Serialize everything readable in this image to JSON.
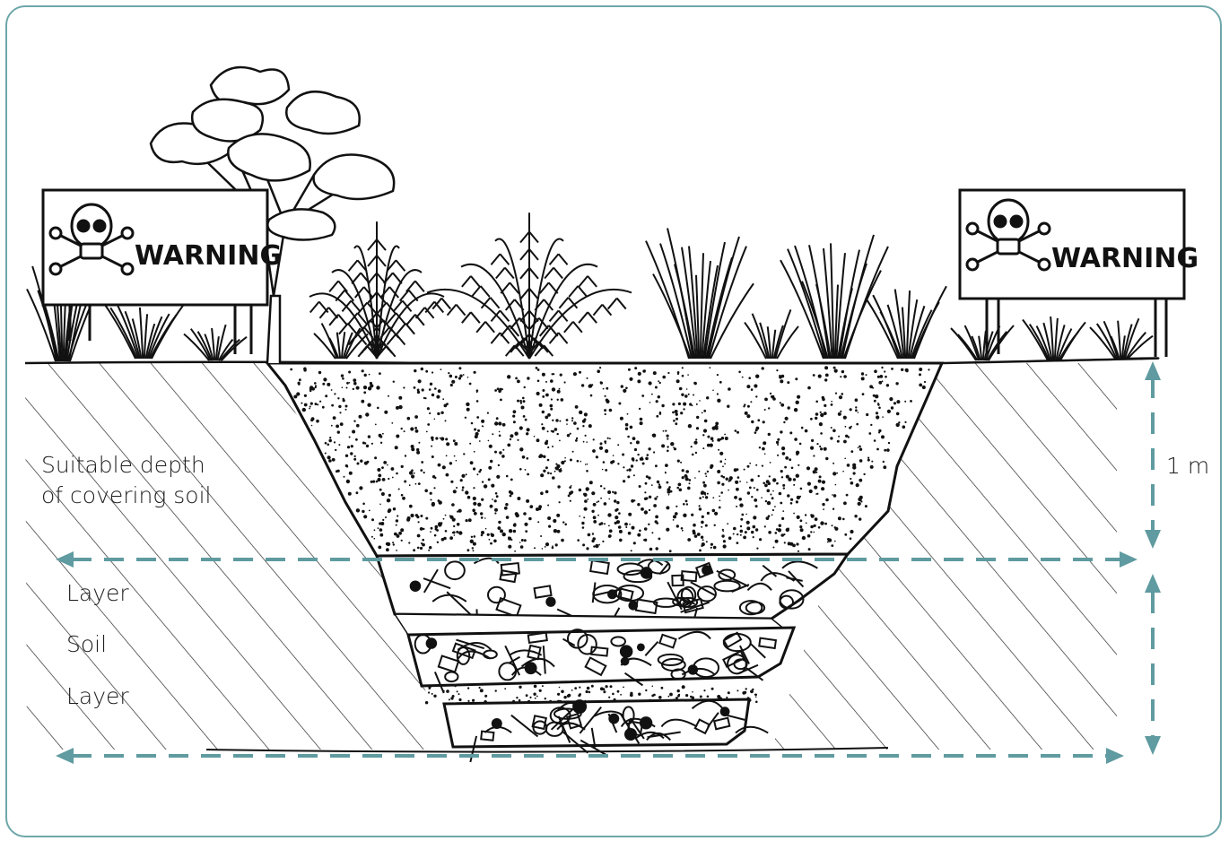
{
  "labels": {
    "depth_line1": "Suitable depth",
    "depth_line2": "of covering soil",
    "layer_top": "Layer",
    "soil": "Soil",
    "layer_bottom": "Layer",
    "measure": "1 m"
  },
  "signs": {
    "left_text": "WARNING",
    "right_text": "WARNING"
  },
  "colors": {
    "frame": "#6ea7aa",
    "arrow": "#5f9ba0",
    "ink": "#111111"
  },
  "icons": [
    "skull-crossbones-icon",
    "skull-crossbones-icon"
  ]
}
